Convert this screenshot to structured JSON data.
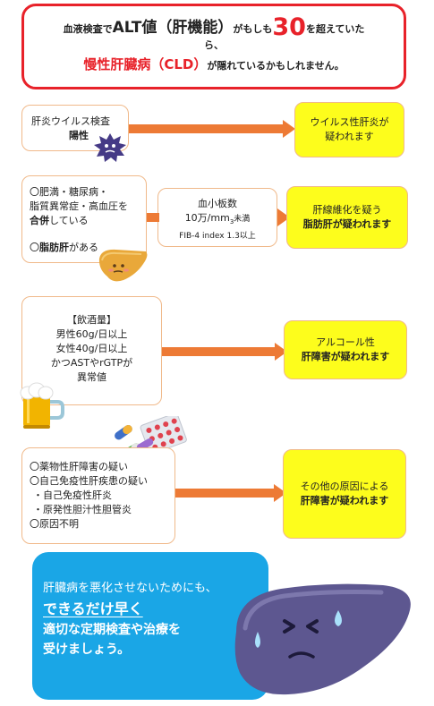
{
  "header": {
    "line1_pre": "血液検査で",
    "line1_alt": "ALT値（肝機能）",
    "line1_mid": "がもしも",
    "line1_num": "30",
    "line1_post": "を超えていた",
    "line1_tail": "ら、",
    "line2_red": "慢性肝臓病（CLD）",
    "line2_post": "が隠れているかもしれません。"
  },
  "row1": {
    "left_line1": "肝炎ウイルス検査",
    "left_line2": "陽性",
    "result_line1": "ウイルス性肝炎が",
    "result_line2": "疑われます"
  },
  "row2": {
    "left_line1": "〇肥満・糖尿病・",
    "left_line2": "脂質異常症・高血圧を",
    "left_bold": "合併",
    "left_line3_post": "している",
    "left_line4_pre": "〇",
    "left_line4_bold": "脂肪肝",
    "left_line4_post": "がある",
    "mid_line1": "血小板数",
    "mid_line2_pre": "10万/mm",
    "mid_line2_sub": "3",
    "mid_line2_post": "未満",
    "mid_line3": "FIB-4 index 1.3以上",
    "result_line1": "肝線維化を疑う",
    "result_line2": "脂肪肝が疑われます"
  },
  "row3": {
    "left_line1": "【飲酒量】",
    "left_line2": "男性60g/日以上",
    "left_line3": "女性40g/日以上",
    "left_line4": "かつASTやrGTPが",
    "left_line5": "異常値",
    "result_line1": "アルコール性",
    "result_line2": "肝障害が疑われます"
  },
  "row4": {
    "left_items": [
      "〇薬物性肝障害の疑い",
      "〇自己免疫性肝疾患の疑い",
      "・自己免疫性肝炎",
      "・原発性胆汁性胆管炎",
      "〇原因不明"
    ],
    "result_line1": "その他の原因による",
    "result_line2": "肝障害が疑われます"
  },
  "bottom": {
    "line1": "肝臓病を悪化させないためにも、",
    "line2": "できるだけ早く",
    "line3": "適切な定期検査や治療を",
    "line4": "受けましょう。"
  },
  "colors": {
    "accent_red": "#e8222a",
    "arrow_orange": "#ed7a35",
    "result_yellow": "#fdfd1c",
    "bottom_blue": "#1aa6e6",
    "liver_purple": "#5d5790"
  }
}
